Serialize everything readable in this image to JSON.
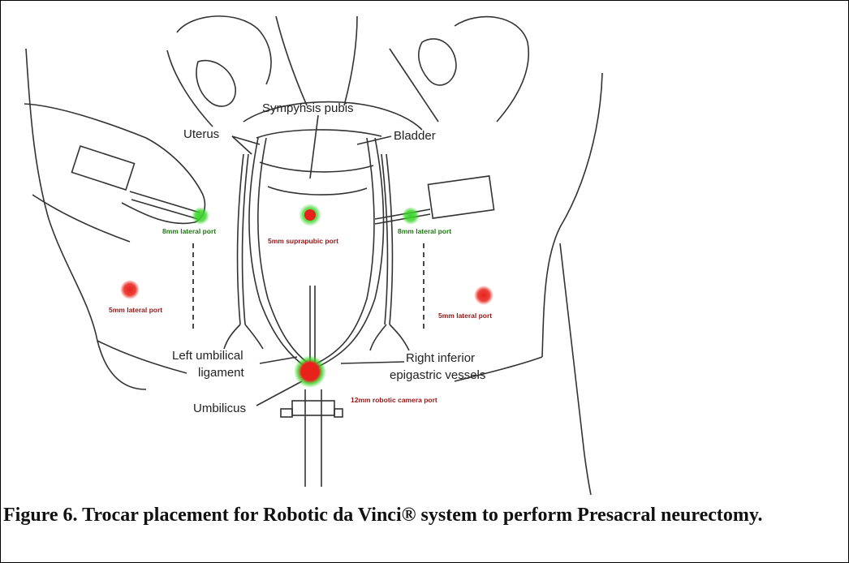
{
  "labels": {
    "symphysis": "Sympyhsis pubis",
    "uterus": "Uterus",
    "bladder": "Bladder",
    "left_umbilical_1": "Left umbilical",
    "left_umbilical_2": "ligament",
    "umbilicus": "Umbilicus",
    "right_inferior_1": "Right inferior",
    "right_inferior_2": "epigastric vessels"
  },
  "ports": {
    "left_lateral_8mm": "8mm lateral port",
    "suprapubic_5mm": "5mm suprapubic port",
    "right_lateral_8mm": "8mm lateral port",
    "left_lateral_5mm": "5mm lateral port",
    "right_lateral_5mm": "5mm lateral port",
    "camera_12mm": "12mm robotic camera port"
  },
  "colors": {
    "green_port": "#3ad42a",
    "red_port": "#e8211a",
    "green_text": "#1f7a12",
    "red_text": "#9a1414"
  },
  "caption": "Figure 6. Trocar placement for Robotic da Vinci® system   to perform Presacral neurectomy."
}
